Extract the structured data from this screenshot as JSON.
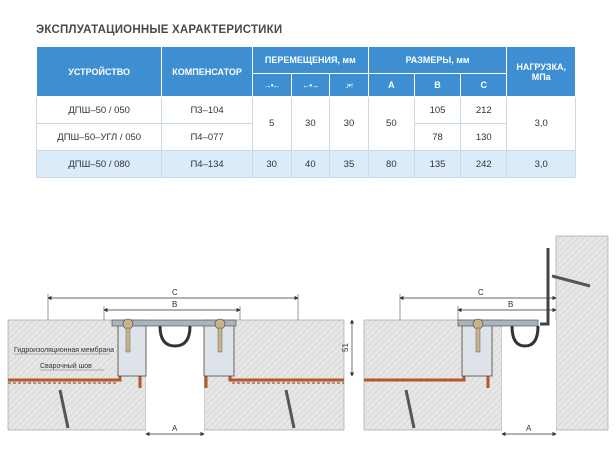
{
  "title": "ЭКСПЛУАТАЦИОННЫЕ ХАРАКТЕРИСТИКИ",
  "headers": {
    "device": "УСТРОЙСТВО",
    "compensator": "КОМПЕНСАТОР",
    "movements": "ПЕРЕМЕЩЕНИЯ, мм",
    "sizes": "РАЗМЕРЫ, мм",
    "load": "НАГРУЗКА, МПа",
    "mov_icons": [
      "→•←",
      "←•→",
      "↓•↑"
    ],
    "size_a": "A",
    "size_b": "B",
    "size_c": "C"
  },
  "rows": [
    {
      "device": "ДПШ–50 / 050",
      "compensator": "П3–104",
      "b": "105",
      "c": "212"
    },
    {
      "device": "ДПШ–50–УГЛ / 050",
      "compensator": "П4–077",
      "b": "78",
      "c": "130"
    },
    {
      "device": "ДПШ–50 / 080",
      "compensator": "П4–134",
      "m1": "30",
      "m2": "40",
      "m3": "35",
      "a": "80",
      "b": "135",
      "c": "242",
      "load": "3,0"
    }
  ],
  "shared": {
    "m1": "5",
    "m2": "30",
    "m3": "30",
    "a": "50",
    "load": "3,0"
  },
  "drawing": {
    "label_membrane": "Гидроизоляционная мембрана",
    "label_weld": "Сварочный шов",
    "dim_c": "C",
    "dim_b": "B",
    "dim_a": "A",
    "dim_height": "51"
  }
}
